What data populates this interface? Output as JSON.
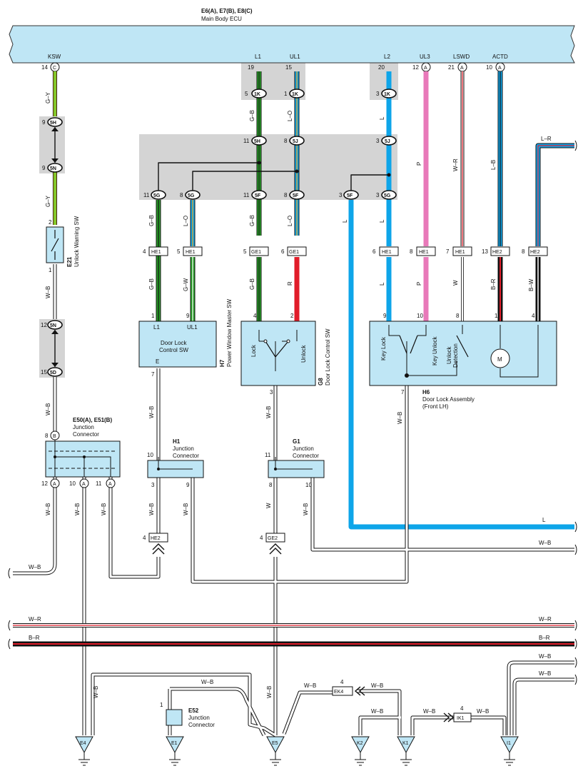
{
  "ecu": {
    "id": "E6(A), E7(B), E8(C)",
    "name": "Main Body ECU",
    "terminals": [
      {
        "name": "KSW",
        "pin": "14",
        "conn": "C"
      },
      {
        "name": "L1",
        "pin": "19"
      },
      {
        "name": "UL1",
        "pin": "15"
      },
      {
        "name": "L2",
        "pin": "20"
      },
      {
        "name": "UL3",
        "pin": "12",
        "conn": "A"
      },
      {
        "name": "LSWD",
        "pin": "21",
        "conn": "A"
      },
      {
        "name": "ACTD",
        "pin": "10",
        "conn": "A"
      }
    ]
  },
  "connectors": {
    "c1K": [
      {
        "pin": "5",
        "id": "1K"
      },
      {
        "pin": "1",
        "id": "1K"
      },
      {
        "pin": "3",
        "id": "1K"
      }
    ],
    "c5H": {
      "pin": "9",
      "id": "5H"
    },
    "c5N": {
      "pin": "9",
      "id": "5N"
    },
    "row5": [
      {
        "pin": "11",
        "id": "5H"
      },
      {
        "pin": "8",
        "id": "5J"
      },
      {
        "pin": "3",
        "id": "5J"
      }
    ],
    "row5g": [
      {
        "pin": "11",
        "id": "5G"
      },
      {
        "pin": "8",
        "id": "5G"
      },
      {
        "pin": "11",
        "id": "5F"
      },
      {
        "pin": "8",
        "id": "5F"
      },
      {
        "pin": "3",
        "id": "5F"
      },
      {
        "pin": "3",
        "id": "5G"
      }
    ],
    "he": [
      {
        "pin": "4",
        "id": "HE1"
      },
      {
        "pin": "5",
        "id": "HE1"
      },
      {
        "pin": "5",
        "id": "GE1"
      },
      {
        "pin": "6",
        "id": "GE1"
      },
      {
        "pin": "6",
        "id": "HE1"
      },
      {
        "pin": "8",
        "id": "HE1"
      },
      {
        "pin": "7",
        "id": "HE1"
      },
      {
        "pin": "13",
        "id": "HE2"
      },
      {
        "pin": "8",
        "id": "HE2"
      }
    ],
    "c5N2": {
      "pin": "12",
      "id": "5N"
    },
    "c5D": {
      "pin": "15",
      "id": "5D"
    },
    "he2b": {
      "pin": "4",
      "id": "HE2"
    },
    "ge2": {
      "pin": "4",
      "id": "GE2"
    },
    "ek4": {
      "pin": "4",
      "id": "EK4"
    },
    "ik1": {
      "pin": "4",
      "id": "IK1"
    }
  },
  "wires": {
    "gy": "G–Y",
    "gb": "G–B",
    "lo": "L–O",
    "l": "L",
    "p": "P",
    "wr": "W–R",
    "lb": "L–B",
    "lr": "L–R",
    "gw": "G–W",
    "r": "R",
    "w": "W",
    "br": "B–R",
    "bw": "B–W",
    "wb": "W–B"
  },
  "components": {
    "e21": {
      "id": "E21",
      "name": "Unlock Warning SW",
      "pin_top": "2",
      "pin_bot": "1"
    },
    "h7": {
      "id": "H7",
      "name": "Power Window Master SW",
      "box": "Door Lock\nControl SW",
      "t1": "L1",
      "t2": "UL1",
      "t3": "E",
      "p1": "1",
      "p2": "9",
      "p3": "7"
    },
    "g8": {
      "id": "G8",
      "name": "Door Lock Control SW",
      "lock": "Lock",
      "unlock": "Unlock",
      "p1": "4",
      "p2": "2",
      "p3": "3"
    },
    "h6": {
      "id": "H6",
      "name": "Door Lock Assembly",
      "sub": "(Front LH)",
      "keylock": "Key Lock",
      "keyunlock": "Key Unlock",
      "unlockdet": "Unlock\nDetection",
      "motor": "M",
      "p1": "9",
      "p2": "10",
      "p3": "8",
      "p4": "1",
      "p5": "4",
      "p6": "7"
    },
    "e50": {
      "id": "E50(A), E51(B)",
      "name": "Junction\nConnector",
      "pin_top": "8",
      "conn_top": "B",
      "pins": [
        {
          "pin": "12",
          "conn": "A"
        },
        {
          "pin": "10",
          "conn": "A"
        },
        {
          "pin": "11",
          "conn": "A"
        }
      ]
    },
    "h1": {
      "id": "H1",
      "name": "Junction\nConnector",
      "p_in": "10",
      "p_a": "3",
      "p_b": "9"
    },
    "g1": {
      "id": "G1",
      "name": "Junction\nConnector",
      "p_in": "11",
      "p_a": "8",
      "p_b": "10"
    },
    "e52": {
      "id": "E52",
      "name": "Junction\nConnector",
      "pin": "1"
    }
  },
  "grounds": [
    "E4",
    "E1",
    "E5",
    "K2",
    "K1",
    "I1"
  ],
  "colors": {
    "panel": "#bfe6f5",
    "shade": "#cfcfcf",
    "blue": "#0ea5e9",
    "green": "#29a329",
    "pink": "#e879b9",
    "red": "#e11d2a",
    "yellow": "#d6e82a"
  }
}
